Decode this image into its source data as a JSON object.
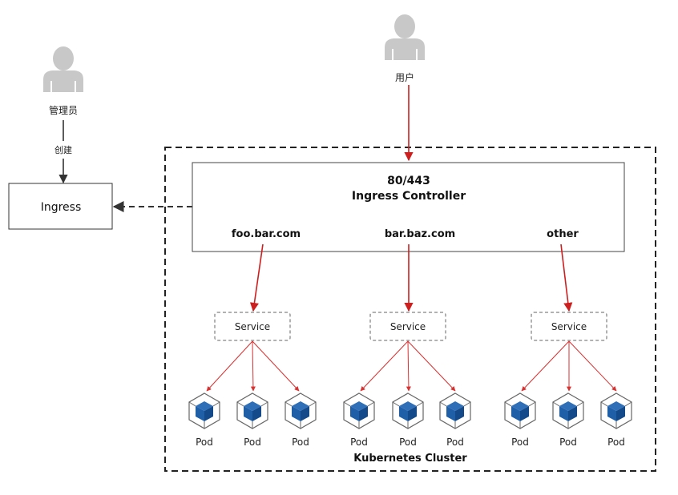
{
  "admin": {
    "label": "管理员",
    "action_label": "创建"
  },
  "user": {
    "label": "用户"
  },
  "ingress_box": {
    "label": "Ingress"
  },
  "controller": {
    "ports": "80/443",
    "title": "Ingress Controller",
    "hosts": [
      "foo.bar.com",
      "bar.baz.com",
      "other"
    ]
  },
  "services": [
    {
      "label": "Service",
      "pods": [
        "Pod",
        "Pod",
        "Pod"
      ]
    },
    {
      "label": "Service",
      "pods": [
        "Pod",
        "Pod",
        "Pod"
      ]
    },
    {
      "label": "Service",
      "pods": [
        "Pod",
        "Pod",
        "Pod"
      ]
    }
  ],
  "cluster": {
    "label": "Kubernetes Cluster"
  },
  "colors": {
    "arrow_red": "#cc1f1f",
    "pod_blue": "#1f5fa8",
    "person_gray": "#c8c8c8",
    "border_dark": "#222222"
  },
  "icons": {
    "person": "person-icon",
    "pod": "pod-cube-icon"
  }
}
